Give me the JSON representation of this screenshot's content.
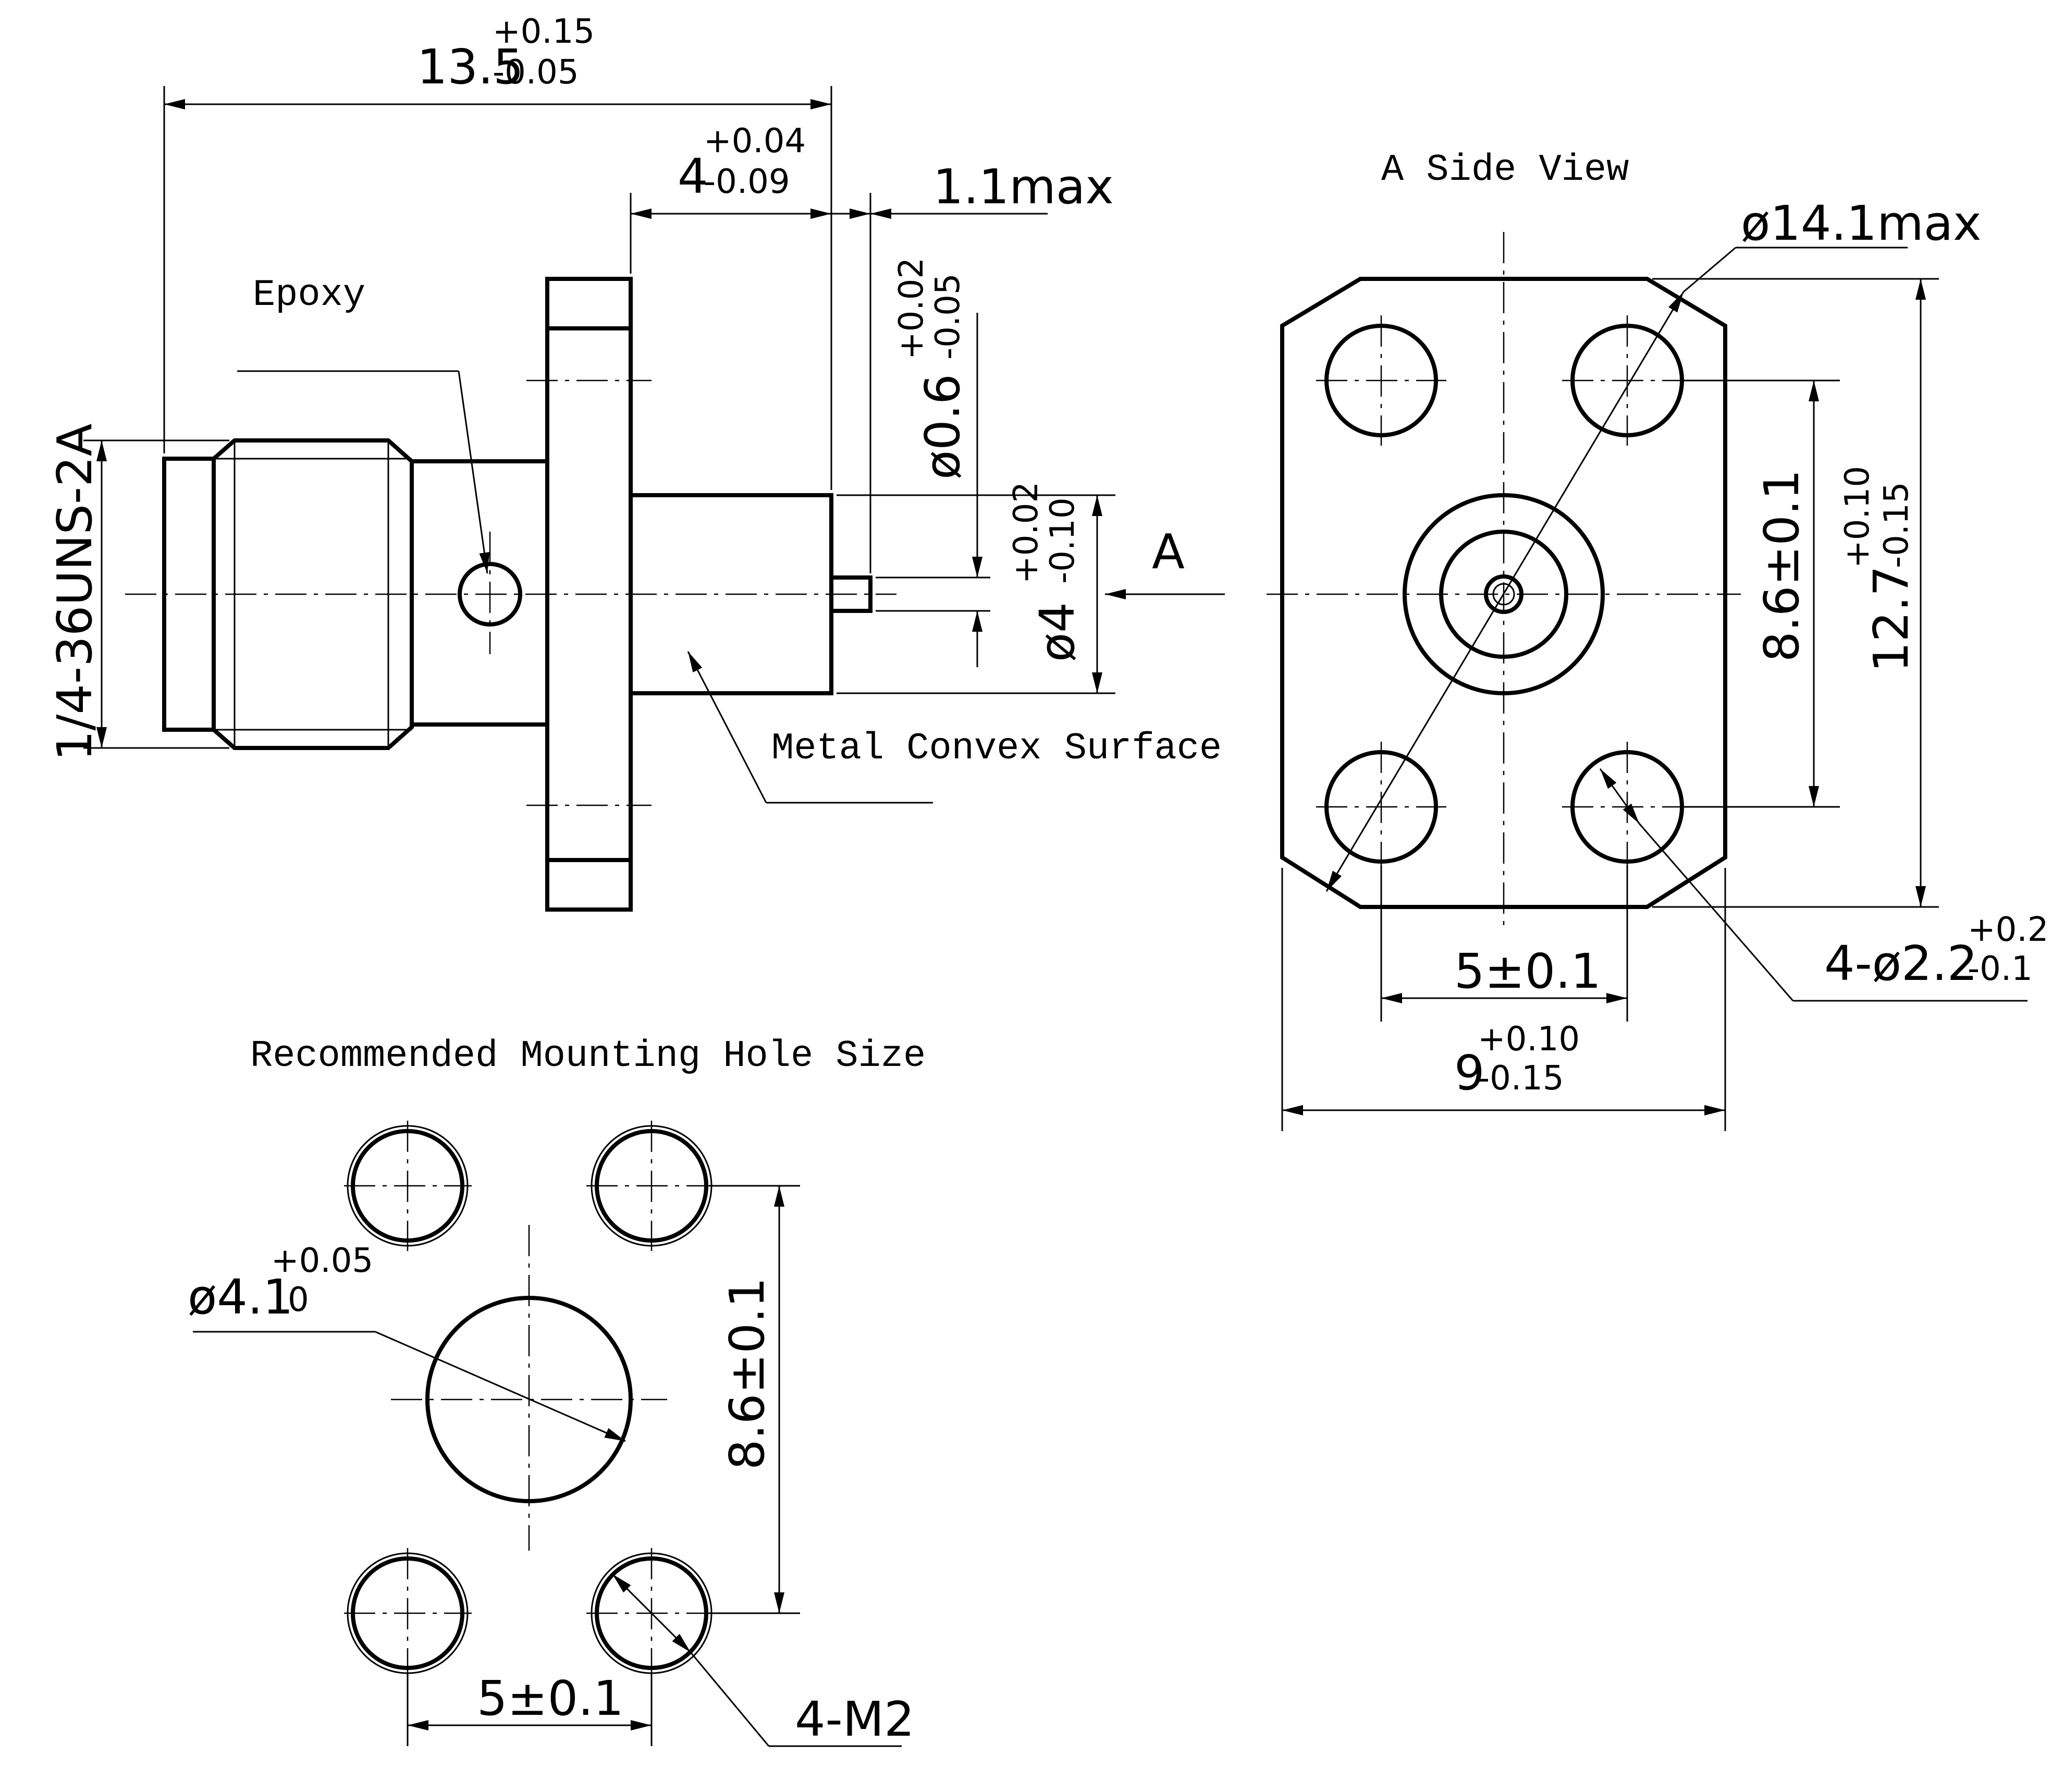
{
  "labels": {
    "epoxy": "Epoxy",
    "metal_convex_surface": "Metal Convex Surface",
    "a_side_view": "A Side View",
    "recommended_mounting_hole_size": "Recommended Mounting Hole Size",
    "view_arrow": "A"
  },
  "dimensions": {
    "overall_length": {
      "nominal": "13.5",
      "upper": "+0.15",
      "lower": "-0.05"
    },
    "flange_to_end": {
      "nominal": "4",
      "upper": "+0.04",
      "lower": "-0.09"
    },
    "pin_protrusion": "1.1max",
    "pin_diameter": {
      "nominal": "ø0.6",
      "upper": "+0.02",
      "lower": "-0.05"
    },
    "body_diameter": {
      "nominal": "ø4",
      "upper": "+0.02",
      "lower": "-0.10"
    },
    "thread": "1/4-36UNS-2A",
    "flange_diagonal": "ø14.1max",
    "hole_spacing_vertical": "8.6±0.1",
    "flange_height": {
      "nominal": "12.7",
      "upper": "+0.10",
      "lower": "-0.15"
    },
    "hole_spacing_horizontal": "5±0.1",
    "flange_width": {
      "nominal": "9",
      "upper": "+0.10",
      "lower": "-0.15"
    },
    "flange_holes": {
      "nominal": "4-ø2.2",
      "upper": "+0.2",
      "lower": "-0.1"
    },
    "mount_center_hole": {
      "nominal": "ø4.1",
      "upper": "+0.05",
      "lower": "0"
    },
    "mount_vertical": "8.6±0.1",
    "mount_horizontal": "5±0.1",
    "mount_thread": "4-M2"
  }
}
